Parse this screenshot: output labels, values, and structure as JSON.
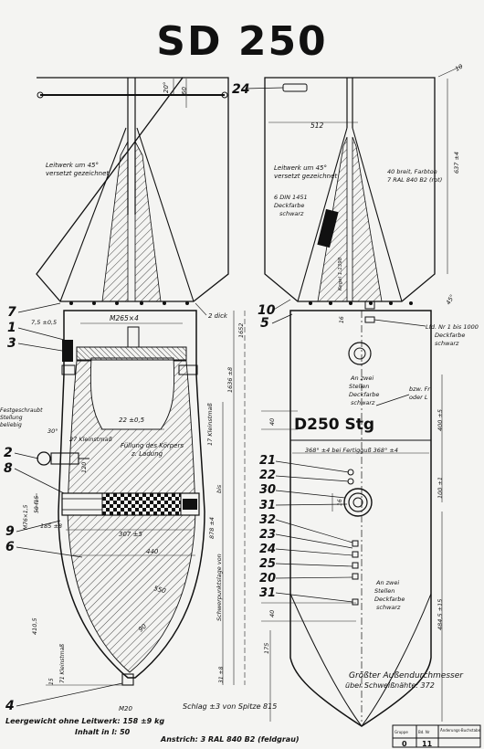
{
  "title": "SD 250",
  "colors": {
    "ink": "#111111",
    "paper": "#f4f4f2"
  },
  "left_view": {
    "fin_note_1": "Leitwerk um 45°",
    "fin_note_2": "versetzt gezeichnet",
    "dim_20": "20°",
    "dim_60": "60",
    "dim_2dick": "2 dick",
    "dim_75": "7,5 ±0,5",
    "dim_m265": "M265×4",
    "dim_1652": "1652",
    "dim_1636": "1636 ±8",
    "dim_22": "22 ±0,5",
    "fill_note_1": "Füllung des Körpers",
    "fill_note_2": "z. Ladung",
    "fixscrew_1": "Festgeschraubt",
    "fixscrew_2": "Stellung",
    "fixscrew_3": "beliebig",
    "dim_30": "30°",
    "kleinstmass_27": "27 Kleinstmaß",
    "kleinstmass_17": "17 Kleinstmaß",
    "dim_120": "120",
    "dim_m76": "M76×1,5",
    "dim_50": "50 f15",
    "dim_185": "185 ±8",
    "dim_307": "307 ±5",
    "dim_440": "440",
    "dim_550": "550",
    "dim_90": "90",
    "dim_878": "878 ±4",
    "cg_note": "Schwerpunktslage von",
    "cg_bis": "bis",
    "dim_4105": "410,5",
    "kleinstmass_71": "71 Kleinstmaß",
    "dim_15": "15",
    "dim_31": "31 ±8",
    "dim_m20": "M20",
    "num_7": "7",
    "num_1": "1",
    "num_3": "3",
    "num_2": "2",
    "num_8": "8",
    "num_9": "9",
    "num_6": "6",
    "num_4": "4"
  },
  "right_view": {
    "num_24": "24",
    "dim_10": "10",
    "dim_512": "512",
    "fin_note_1": "Leitwerk um 45°",
    "fin_note_2": "versetzt gezeichnet",
    "stripe_1": "40 breit, Farbton",
    "stripe_2": "7 RAL 840 B2 (rot)",
    "din_1": "6 DIN 1451",
    "din_2": "Deckfarbe",
    "din_3": "schwarz",
    "kegel": "Kegel 1:1398",
    "dim_637": "637 ±4",
    "dim_45": "45°",
    "num_10": "10",
    "num_5": "5",
    "dim_16": "16",
    "lfd_1": "Lfd. Nr 1 bis 1000",
    "lfd_2": "Deckfarbe",
    "lfd_3": "schwarz",
    "two_places_1": "An zwei",
    "two_places_2": "Stellen",
    "two_places_3": "Deckfarbe",
    "two_places_4": "schwarz",
    "bzw_1": "bzw. Fr",
    "bzw_2": "oder L",
    "dim_40": "40",
    "dim_400": "400 ±5",
    "stencil": "D250 Stg",
    "girth": "368° ±4 bei Fertigguß 368° ±4",
    "nums": [
      "21",
      "22",
      "30",
      "31",
      "32",
      "23",
      "24",
      "25",
      "20",
      "31"
    ],
    "dim_16b": "16",
    "dim_1001": "100 ±1",
    "two_places_b_1": "An zwei",
    "two_places_b_2": "Stellen",
    "two_places_b_3": "Deckfarbe",
    "two_places_b_4": "schwarz",
    "dim_40b": "40",
    "dim_175": "175",
    "dim_4845": "484,5 ±15"
  },
  "notes": {
    "max_dia_1": "Größter Außendurchmesser",
    "max_dia_2": "über Schweißnähte: 372",
    "tip": "Schlag ±3 von Spitze 815",
    "weight": "Leergewicht ohne Leitwerk: 158 ±9 kg",
    "content": "Inhalt in l: 50",
    "paint": "Anstrich: 3 RAL 840 B2 (feldgrau)"
  },
  "table": {
    "headers": [
      "Gruppe",
      "Bd. Nr",
      "Änderungs-Buchstabe"
    ],
    "row": [
      "0",
      "11",
      ""
    ]
  }
}
